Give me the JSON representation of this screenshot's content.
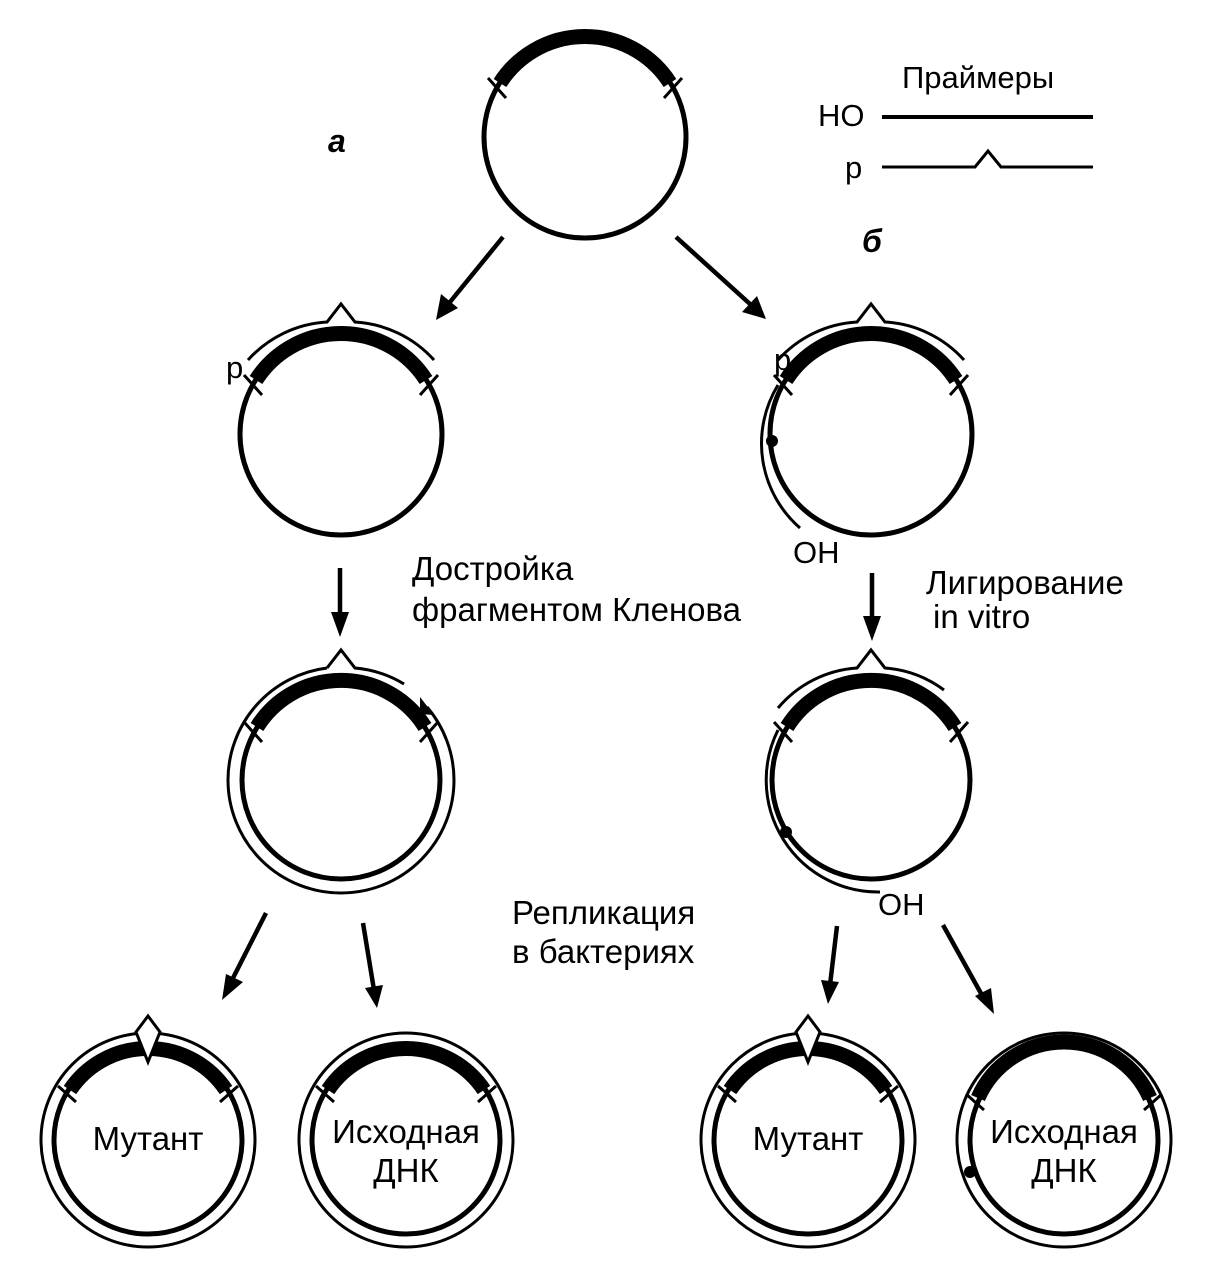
{
  "legend": {
    "title": "Праймеры",
    "ho_label": "НО",
    "p_label": "р"
  },
  "panel_labels": {
    "a": "а",
    "b": "б"
  },
  "labels": {
    "p_left": "р",
    "p_right": "р",
    "oh_1": "ОН",
    "oh_2": "ОН",
    "step_klenow_1": "Достройка",
    "step_klenow_2": "фрагментом Кленова",
    "step_ligation_1": "Лигирование",
    "step_ligation_2": "in vitro",
    "step_replication_1": "Репликация",
    "step_replication_2": "в бактериях"
  },
  "products": {
    "left_mutant": "Мутант",
    "left_original_1": "Исходная",
    "left_original_2": "ДНК",
    "right_mutant": "Мутант",
    "right_original_1": "Исходная",
    "right_original_2": "ДНК"
  }
}
